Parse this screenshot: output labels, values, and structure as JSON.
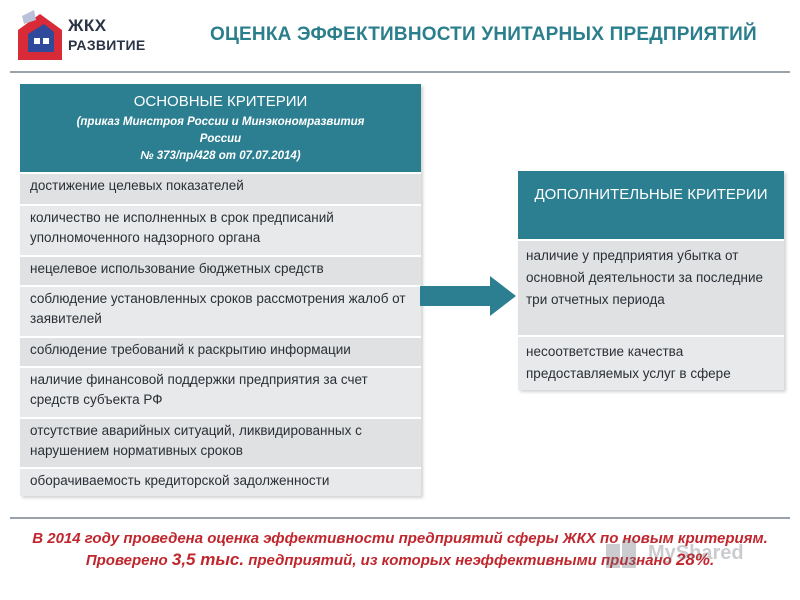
{
  "header": {
    "logo_line1": "ЖКХ",
    "logo_line2": "РАЗВИТИЕ",
    "title": "ОЦЕНКА ЭФФЕКТИВНОСТИ УНИТАРНЫХ ПРЕДПРИЯТИЙ"
  },
  "main_criteria": {
    "title": "ОСНОВНЫЕ КРИТЕРИИ",
    "subtitle_line1": "(приказ Минстроя России и Минэкономразвития России",
    "subtitle_line2": "№ 373/пр/428 от 07.07.2014)",
    "items": [
      "достижение целевых показателей",
      "количество не исполненных в срок предписаний уполномоченного надзорного органа",
      "нецелевое использование бюджетных средств",
      "соблюдение установленных сроков рассмотрения жалоб от заявителей",
      "соблюдение требований к раскрытию информации",
      "наличие финансовой поддержки предприятия за счет средств субъекта РФ",
      "отсутствие аварийных ситуаций, ликвидированных с нарушением нормативных сроков",
      "оборачиваемость кредиторской задолженности"
    ]
  },
  "additional_criteria": {
    "title": "ДОПОЛНИТЕЛЬНЫЕ КРИТЕРИИ",
    "items": [
      "наличие у предприятия убытка от основной деятельности за последние три отчетных периода",
      "несоответствие качества предоставляемых услуг в сфере"
    ]
  },
  "note": {
    "part1": "В 2014 году проведена оценка эффективности предприятий сферы ЖКХ по новым критериям. Проверено ",
    "highlight1": "3,5 тыс.",
    "part2": " предприятий, из которых неэффективными признано ",
    "highlight2": "28%",
    "part3": "."
  },
  "watermark": "MyShared",
  "colors": {
    "accent": "#2c7f91",
    "title": "#2b7f8c",
    "note": "#c0262d",
    "row_bg": "#dfe1e3",
    "logo_red": "#d92b37",
    "logo_blue": "#2f4a9b"
  }
}
